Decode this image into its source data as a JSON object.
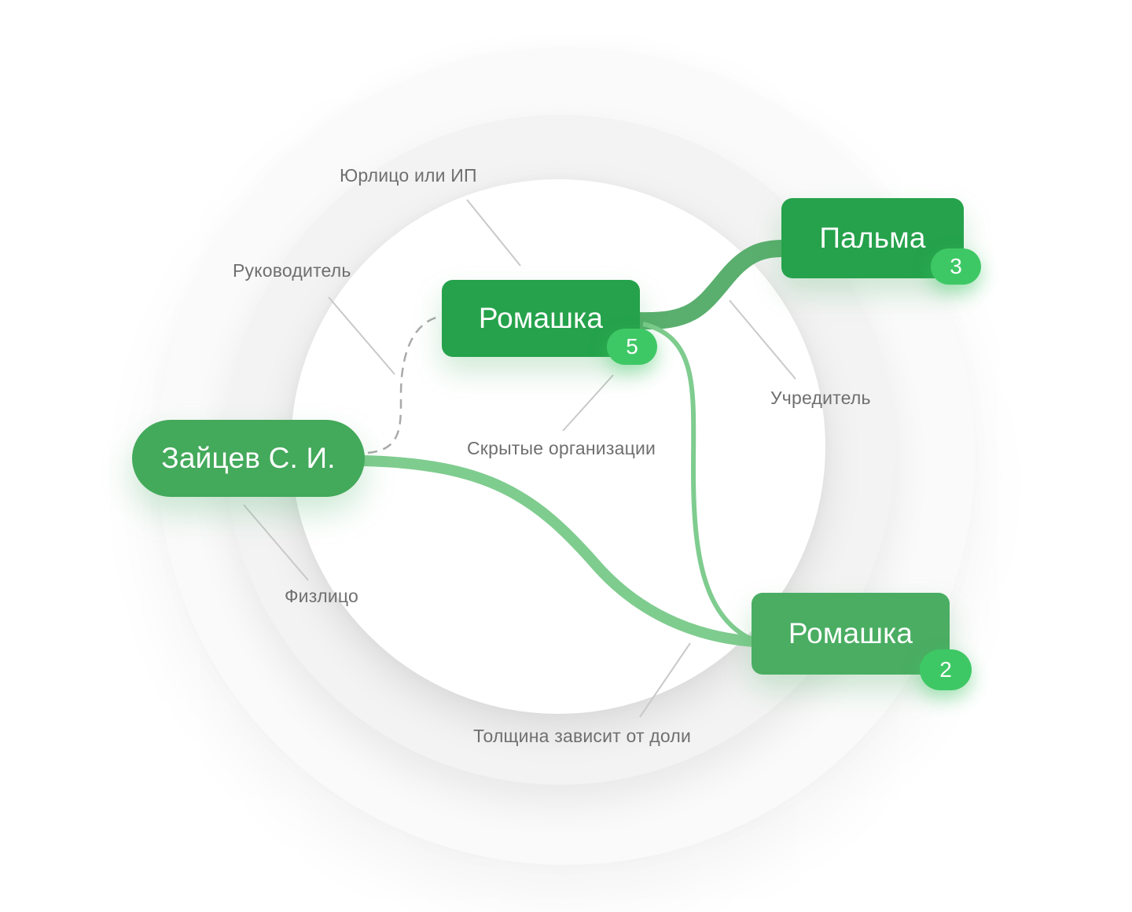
{
  "nodes": {
    "person": {
      "label": "Зайцев С. И."
    },
    "romashka_top": {
      "label": "Ромашка",
      "badge": "5"
    },
    "palma": {
      "label": "Пальма",
      "badge": "3"
    },
    "romashka_bottom": {
      "label": "Ромашка",
      "badge": "2"
    }
  },
  "annotations": {
    "legal_entity": "Юрлицо или ИП",
    "director": "Руководитель",
    "hidden_orgs": "Скрытые организации",
    "founder": "Учредитель",
    "individual": "Физлицо",
    "thickness": "Толщина зависит от доли"
  },
  "colors": {
    "node_dark": "#25a24b",
    "node_person": "#43a95b",
    "node_light": "#4aad62",
    "badge": "#3ec865",
    "link_strong": "#5aaf6e",
    "link_light": "#7fcc8f",
    "annotation_text": "#6f6f6f",
    "leader_line": "#c9c9c9"
  }
}
